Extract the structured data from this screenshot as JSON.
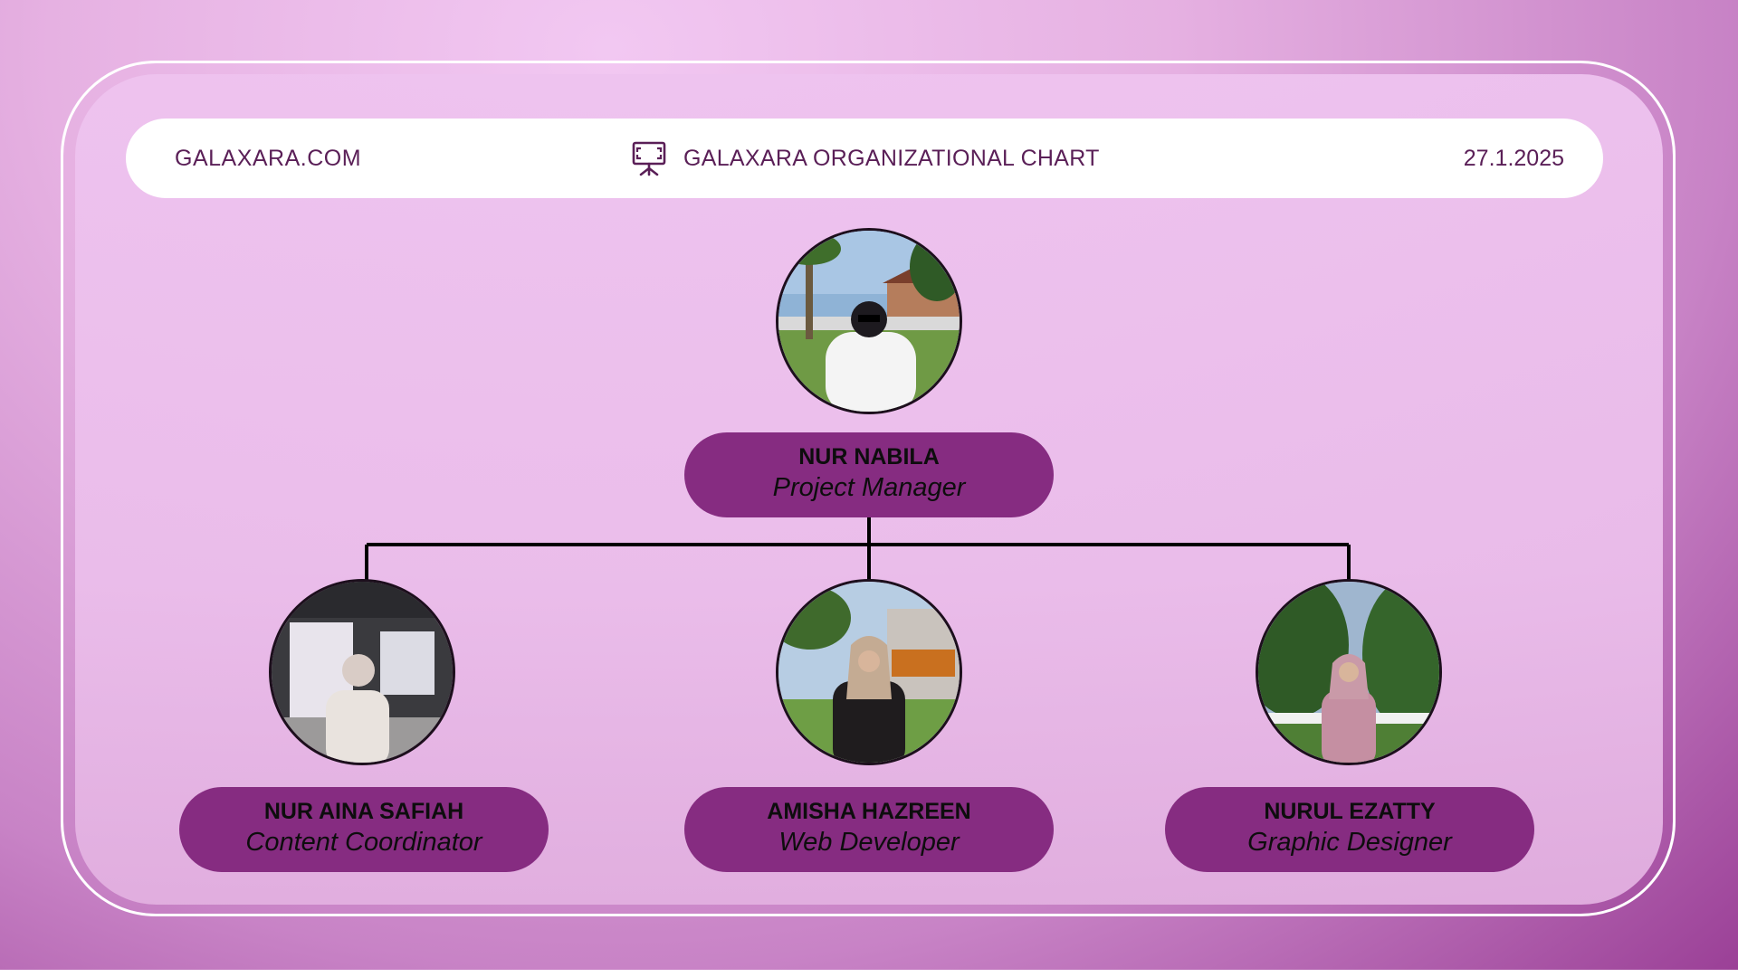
{
  "header": {
    "site": "GALAXARA.COM",
    "title": "GALAXARA ORGANIZATIONAL CHART",
    "date": "27.1.2025"
  },
  "icons": {
    "title_icon": "presentation-board-icon"
  },
  "colors": {
    "card": "#862c81",
    "panel": "#edc0ee",
    "header_text": "#5a1f57",
    "connector": "#000000"
  },
  "manager": {
    "name": "NUR NABILA",
    "role": "Project Manager"
  },
  "team": [
    {
      "name": "NUR AINA SAFIAH",
      "role": "Content Coordinator"
    },
    {
      "name": "AMISHA HAZREEN",
      "role": "Web Developer"
    },
    {
      "name": "NURUL EZATTY",
      "role": "Graphic Designer"
    }
  ]
}
